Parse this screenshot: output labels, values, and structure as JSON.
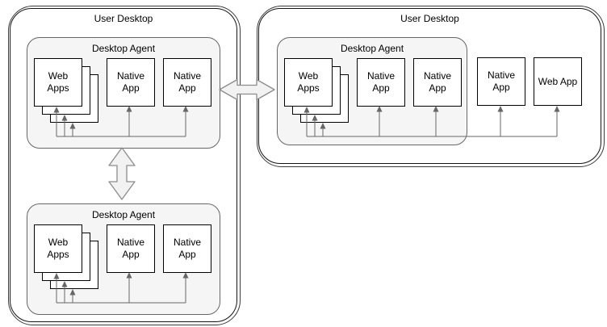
{
  "colors": {
    "background": "#ffffff",
    "container_border": "#141414",
    "agent_fill": "#f5f5f5",
    "agent_border": "#666666",
    "app_box_fill": "#ffffff",
    "app_box_border": "#000000",
    "bus_arrow": "#666666",
    "big_arrow_fill": "#f2f2f2",
    "big_arrow_border": "#8c8c8c"
  },
  "diagram": {
    "left_desktop": {
      "title": "User Desktop",
      "agents": [
        {
          "title": "Desktop Agent",
          "apps": [
            {
              "label": "Web Apps",
              "stacked": true
            },
            {
              "label": "Native App",
              "stacked": false
            },
            {
              "label": "Native App",
              "stacked": false
            }
          ]
        },
        {
          "title": "Desktop Agent",
          "apps": [
            {
              "label": "Web Apps",
              "stacked": true
            },
            {
              "label": "Native App",
              "stacked": false
            },
            {
              "label": "Native App",
              "stacked": false
            }
          ]
        }
      ]
    },
    "right_desktop": {
      "title": "User Desktop",
      "agents": [
        {
          "title": "Desktop Agent",
          "apps": [
            {
              "label": "Web Apps",
              "stacked": true
            },
            {
              "label": "Native App",
              "stacked": false
            },
            {
              "label": "Native App",
              "stacked": false
            }
          ]
        }
      ],
      "standalone_apps": [
        {
          "label": "Native App"
        },
        {
          "label": "Web App"
        }
      ]
    },
    "connections": [
      {
        "type": "bidirectional-arrow",
        "between": [
          "left-desktop-agent-1",
          "right-desktop-agent-1"
        ]
      },
      {
        "type": "bidirectional-arrow",
        "between": [
          "left-desktop-agent-1",
          "left-desktop-agent-2"
        ]
      }
    ]
  }
}
